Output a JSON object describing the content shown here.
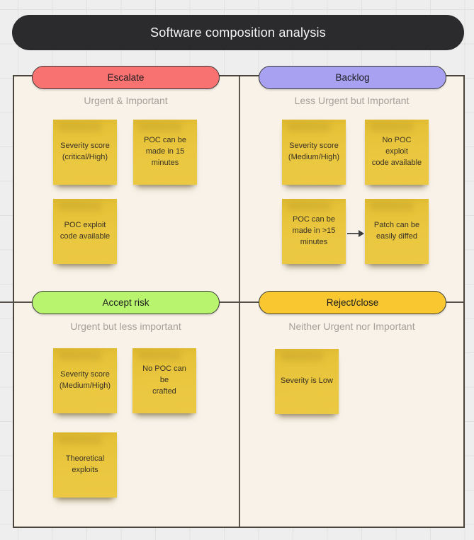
{
  "title": "Software composition analysis",
  "colors": {
    "page_background": "#efeeee",
    "board_background": "#f8f2e8",
    "title_bar": "#2b2b2e",
    "sticky_note": "#eac73f",
    "escalate_pill": "#f87272",
    "backlog_pill": "#a8a0f1",
    "accept_risk_pill": "#b9f46f",
    "reject_close_pill": "#f9c730"
  },
  "quadrants": [
    {
      "id": "escalate",
      "label": "Escalate",
      "subtitle": "Urgent & Important",
      "notes": [
        "Severity score\n(critical/High)",
        "POC can be\nmade in 15\nminutes",
        "POC exploit\ncode available"
      ]
    },
    {
      "id": "backlog",
      "label": "Backlog",
      "subtitle": "Less Urgent but Important",
      "notes": [
        "Severity score\n(Medium/High)",
        "No POC exploit\ncode available",
        "POC can be\nmade in >15\nminutes",
        "Patch can be\neasily diffed"
      ]
    },
    {
      "id": "accept-risk",
      "label": "Accept risk",
      "subtitle": "Urgent but less important",
      "notes": [
        "Severity score\n(Medium/High)",
        "No POC can be\ncrafted",
        "Theoretical\nexploits"
      ]
    },
    {
      "id": "reject-close",
      "label": "Reject/close",
      "subtitle": "Neither Urgent nor Important",
      "notes": [
        "Severity is Low"
      ]
    }
  ]
}
